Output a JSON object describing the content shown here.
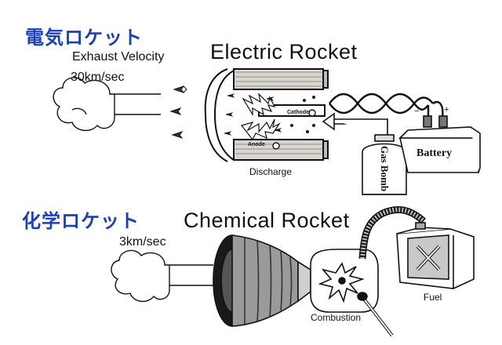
{
  "electric": {
    "title_jp": "電気ロケット",
    "title_en": "Electric Rocket",
    "exhaust_label": "Exhaust Velocity",
    "exhaust_value": "30km/sec",
    "cathode_label": "Cathode",
    "anode_label": "Anode",
    "discharge_label": "Discharge",
    "gas_bomb_label": "Gas Bomb",
    "battery_label": "Battery",
    "minus_sign": "−",
    "plus_sign": "+"
  },
  "chemical": {
    "title_jp": "化学ロケット",
    "title_en": "Chemical Rocket",
    "exhaust_value": "3km/sec",
    "combustion_label": "Combustion",
    "fuel_label": "Fuel"
  }
}
